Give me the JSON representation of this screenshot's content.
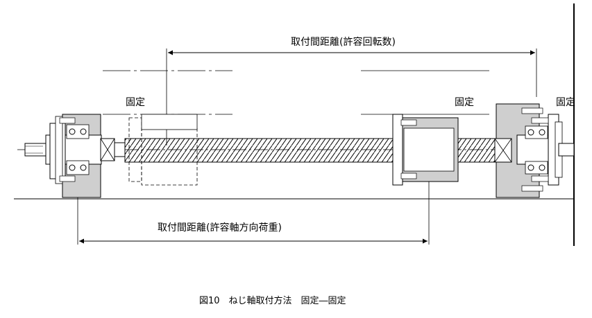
{
  "labels": {
    "top_dimension": "取付間距離(許容回転数)",
    "bottom_dimension": "取付間距離(許容軸方向荷重)",
    "fixed_left": "固定",
    "fixed_middle": "固定",
    "fixed_right": "固定"
  },
  "caption": "図10　ねじ軸取付方法　固定―固定",
  "colors": {
    "line": "#000000",
    "housing_fill": "#cfcfcf",
    "background": "#ffffff"
  }
}
